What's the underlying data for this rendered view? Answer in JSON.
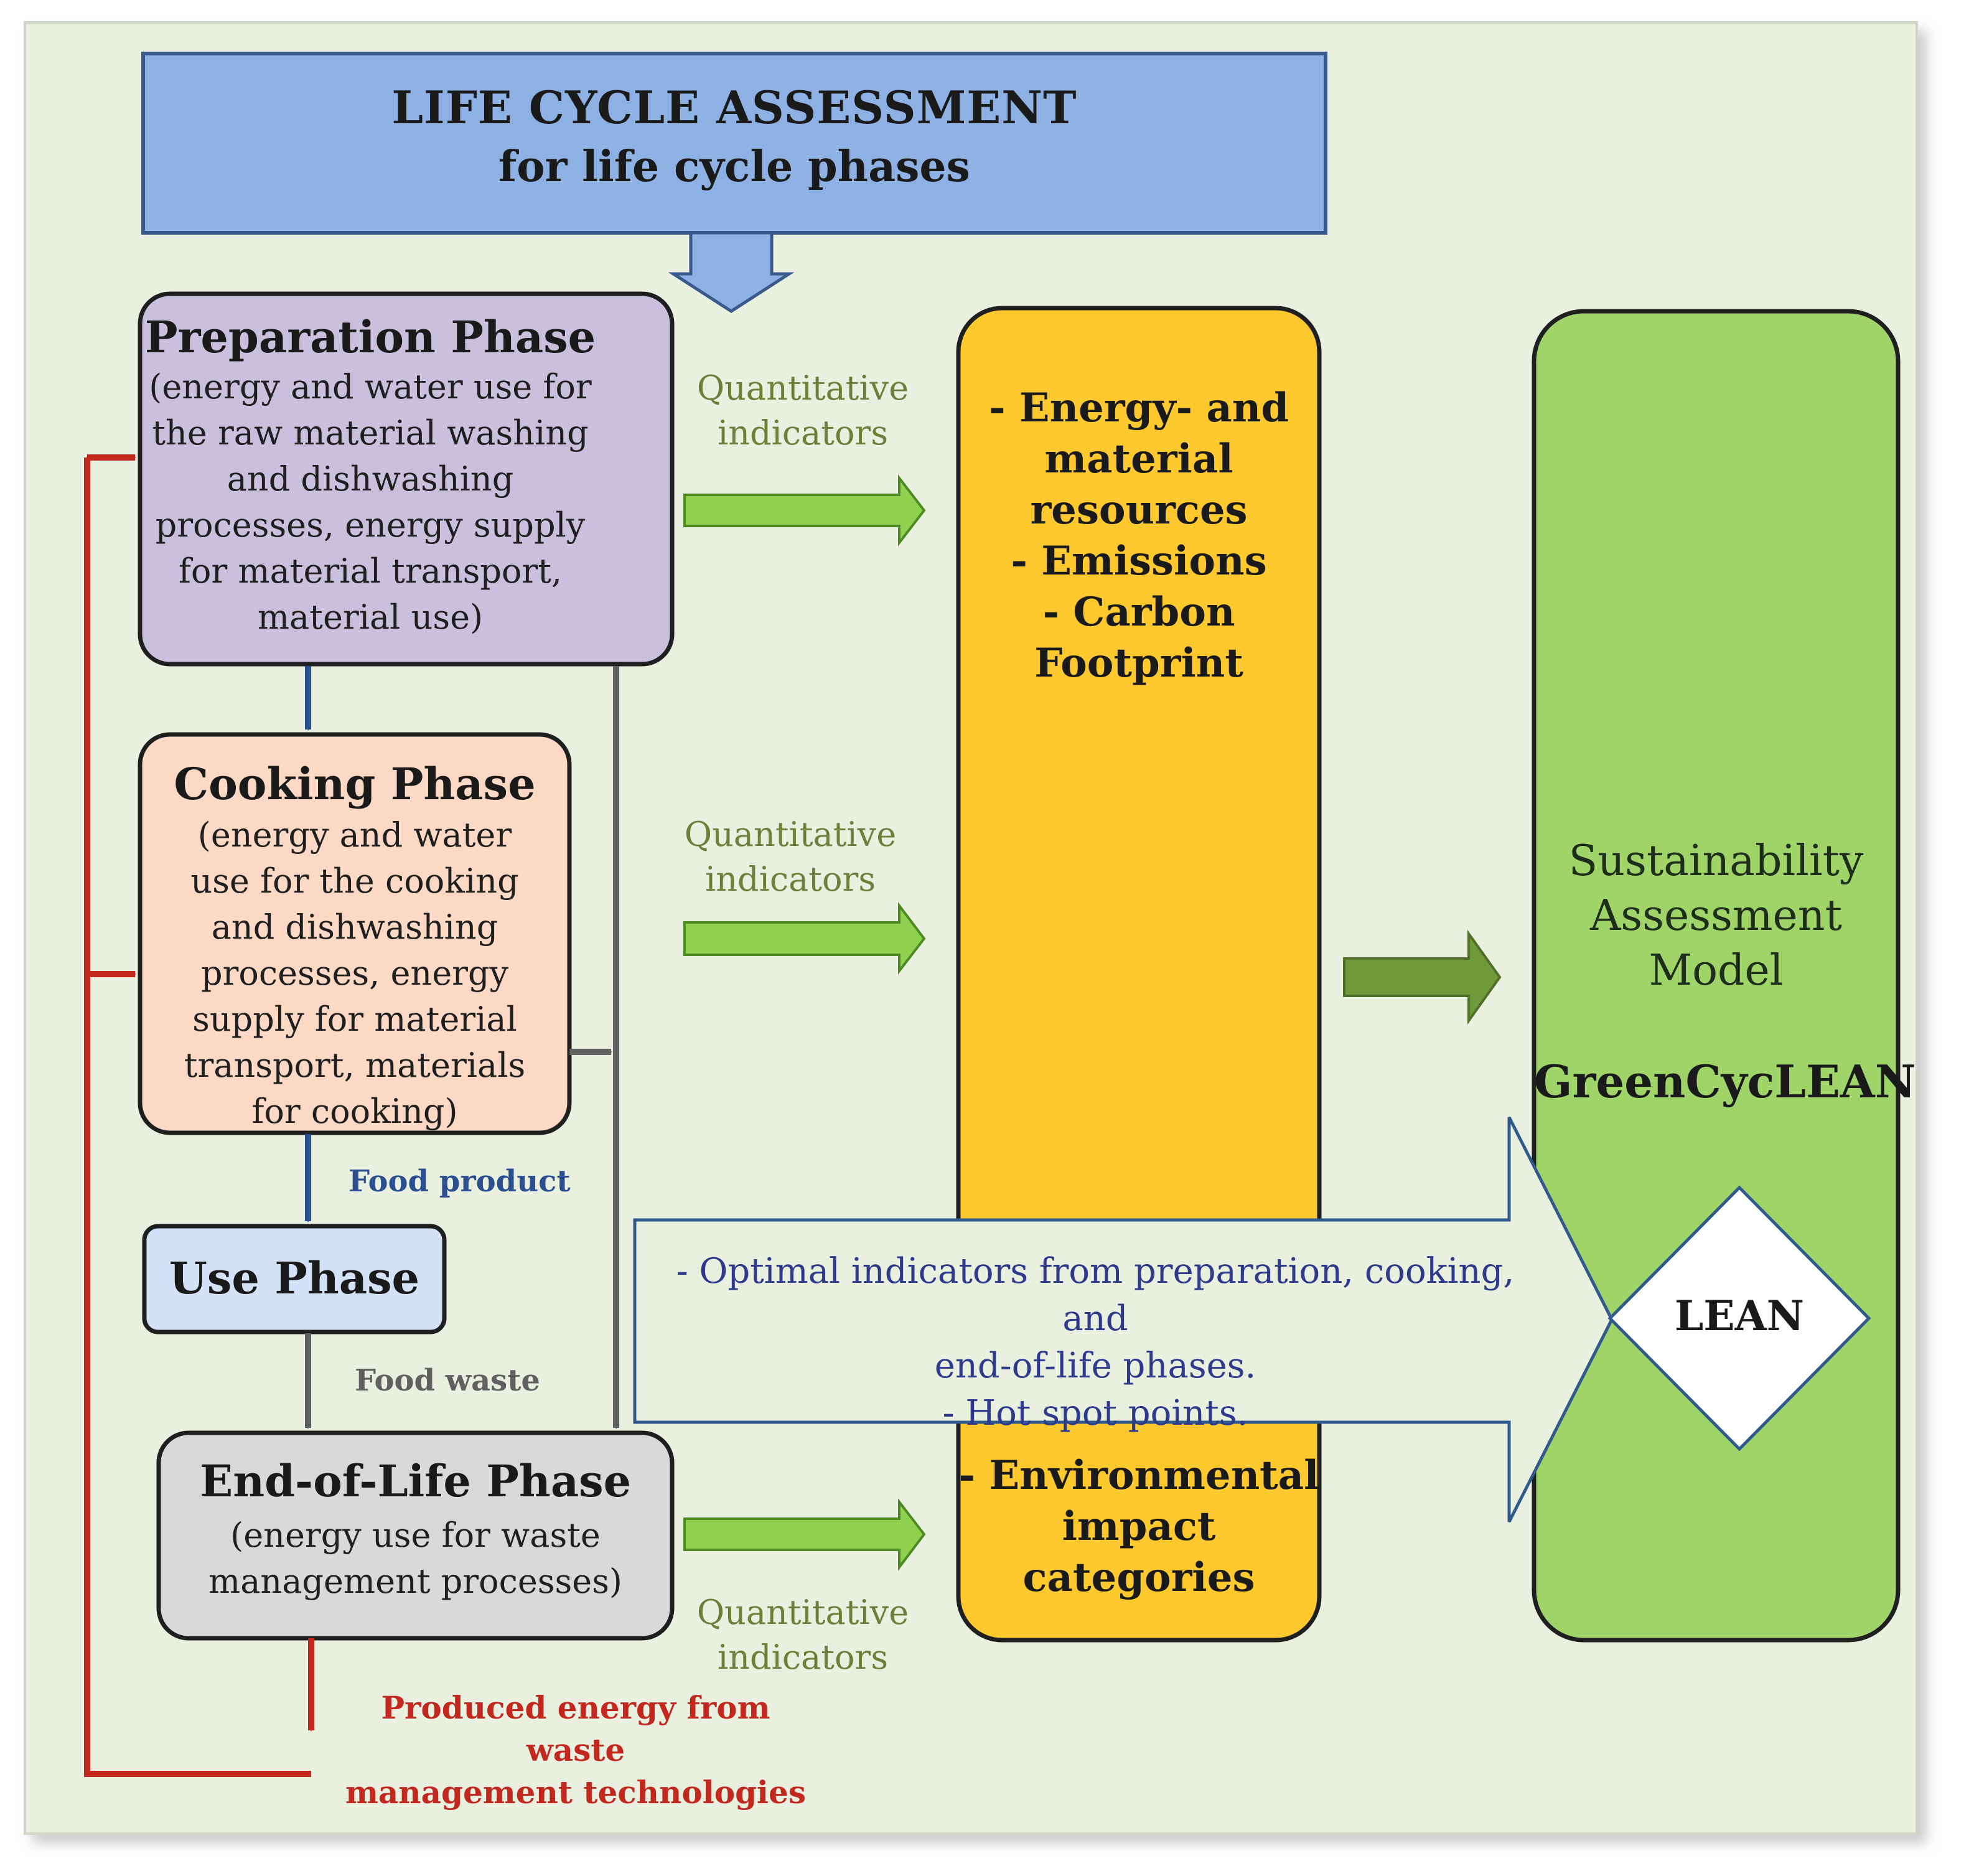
{
  "header": {
    "line1": "LIFE CYCLE ASSESSMENT",
    "line2": "for life cycle phases"
  },
  "phases": {
    "preparation": {
      "title": "Preparation Phase",
      "desc": [
        "(energy and water use for",
        "the raw material washing",
        "and dishwashing",
        "processes, energy supply",
        "for material transport,",
        "material use)"
      ]
    },
    "cooking": {
      "title": "Cooking Phase",
      "desc": [
        "(energy and water",
        "use for the cooking",
        "and dishwashing",
        "processes, energy",
        "supply for material",
        "transport, materials",
        "for cooking)"
      ]
    },
    "use": {
      "title": "Use Phase"
    },
    "end_of_life": {
      "title": "End-of-Life Phase",
      "desc": [
        "(energy use for waste",
        "management processes)"
      ]
    }
  },
  "flow_labels": {
    "food_product": "Food product",
    "food_waste": "Food waste",
    "produced_energy": [
      "Produced energy from waste",
      "management technologies"
    ]
  },
  "quantitative_indicators": {
    "top": [
      "Quantitative",
      "indicators"
    ],
    "middle": [
      "Quantitative",
      "indicators"
    ],
    "bottom": [
      "Quantitative",
      "indicators"
    ]
  },
  "impact_column": {
    "top_lines": [
      "- Energy- and",
      "material",
      "resources",
      "- Emissions",
      "- Carbon",
      "Footprint"
    ],
    "bottom_lines": [
      "- Environmental",
      "impact categories"
    ]
  },
  "model_column": {
    "lines": [
      "Sustainability",
      "Assessment",
      "Model"
    ],
    "name": "GreenCycLEAN",
    "lean": "LEAN"
  },
  "callout": {
    "lines": [
      "- Optimal indicators from preparation, cooking, and",
      "end-of-life phases.",
      "- Hot spot points."
    ]
  },
  "colors": {
    "background": "#e9f0e0",
    "header_fill": "#8eb1e4",
    "preparation_fill": "#c8c0dc",
    "cooking_fill": "#fcd9c5",
    "use_fill": "#d3e2f6",
    "end_of_life_fill": "#d9d9d9",
    "impact_fill": "#fec82f",
    "model_fill": "#9fd469",
    "arrow_green": "#8fd14f",
    "arrow_dark_green": "#6f9a3a",
    "red_flow": "#c3281f",
    "blue_flow": "#2b4f8f"
  }
}
